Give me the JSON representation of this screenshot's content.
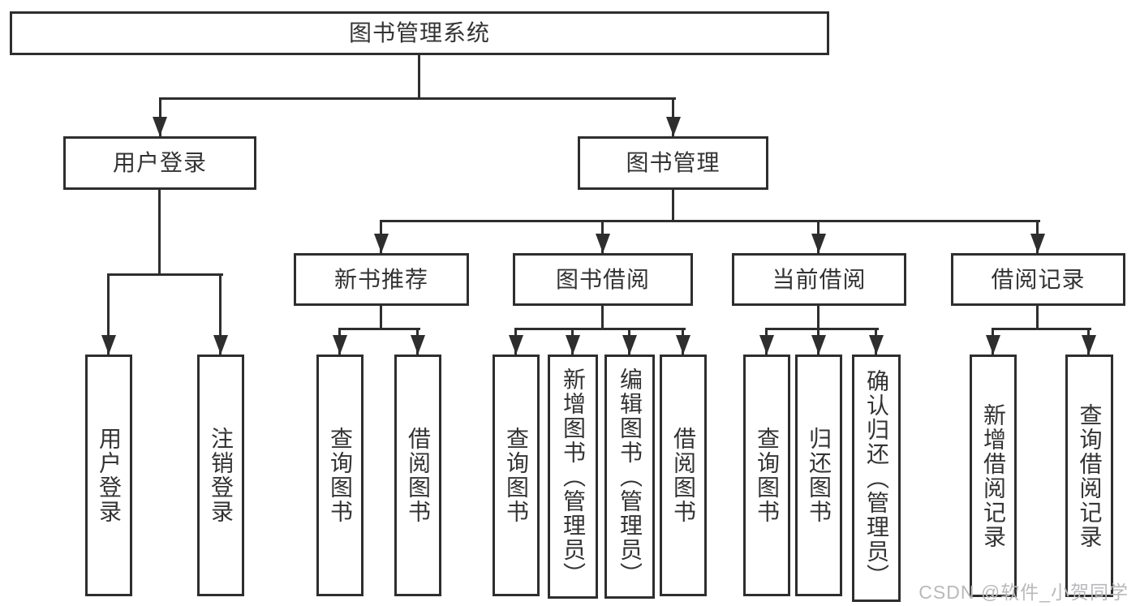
{
  "colors": {
    "line": "#2e2e2e",
    "text": "#333333",
    "box_background": "#ffffff",
    "page_background": "#ffffff",
    "watermark": "#b9b9bd"
  },
  "diagram": {
    "root": {
      "label": "图书管理系统"
    },
    "branches": [
      {
        "label": "用户登录",
        "children": [
          {
            "label": "用户登录"
          },
          {
            "label": "注销登录"
          }
        ]
      },
      {
        "label": "图书管理",
        "children": [
          {
            "label": "新书推荐",
            "children": [
              {
                "label": "查询图书"
              },
              {
                "label": "借阅图书"
              }
            ]
          },
          {
            "label": "图书借阅",
            "children": [
              {
                "label": "查询图书"
              },
              {
                "label": "新增图书（管理员）"
              },
              {
                "label": "编辑图书（管理员）"
              },
              {
                "label": "借阅图书"
              }
            ]
          },
          {
            "label": "当前借阅",
            "children": [
              {
                "label": "查询图书"
              },
              {
                "label": "归还图书"
              },
              {
                "label": "确认归还（管理员）"
              }
            ]
          },
          {
            "label": "借阅记录",
            "children": [
              {
                "label": "新增借阅记录"
              },
              {
                "label": "查询借阅记录"
              }
            ]
          }
        ]
      }
    ]
  },
  "watermark": {
    "text": "CSDN @软件_小贺同学"
  }
}
